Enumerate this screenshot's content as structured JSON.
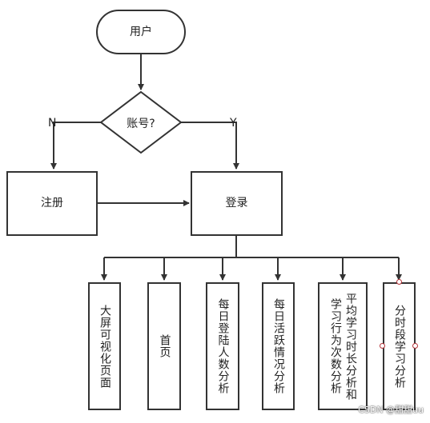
{
  "nodes": {
    "start": "用户",
    "decision": "账号?",
    "register": "注册",
    "login": "登录",
    "modules": [
      "大屏可视化页面",
      "首页",
      "每日登陆人数分析",
      "每日活跃情况分析",
      "平均学习时长分析和学习行为次数分析",
      "分时段学习分析"
    ]
  },
  "edge_labels": {
    "no": "N",
    "yes": "Y"
  },
  "watermark": "CSDN @甜甜uu",
  "colors": {
    "stroke": "#333333",
    "fill": "#ffffff",
    "handle": "#b5343a"
  }
}
